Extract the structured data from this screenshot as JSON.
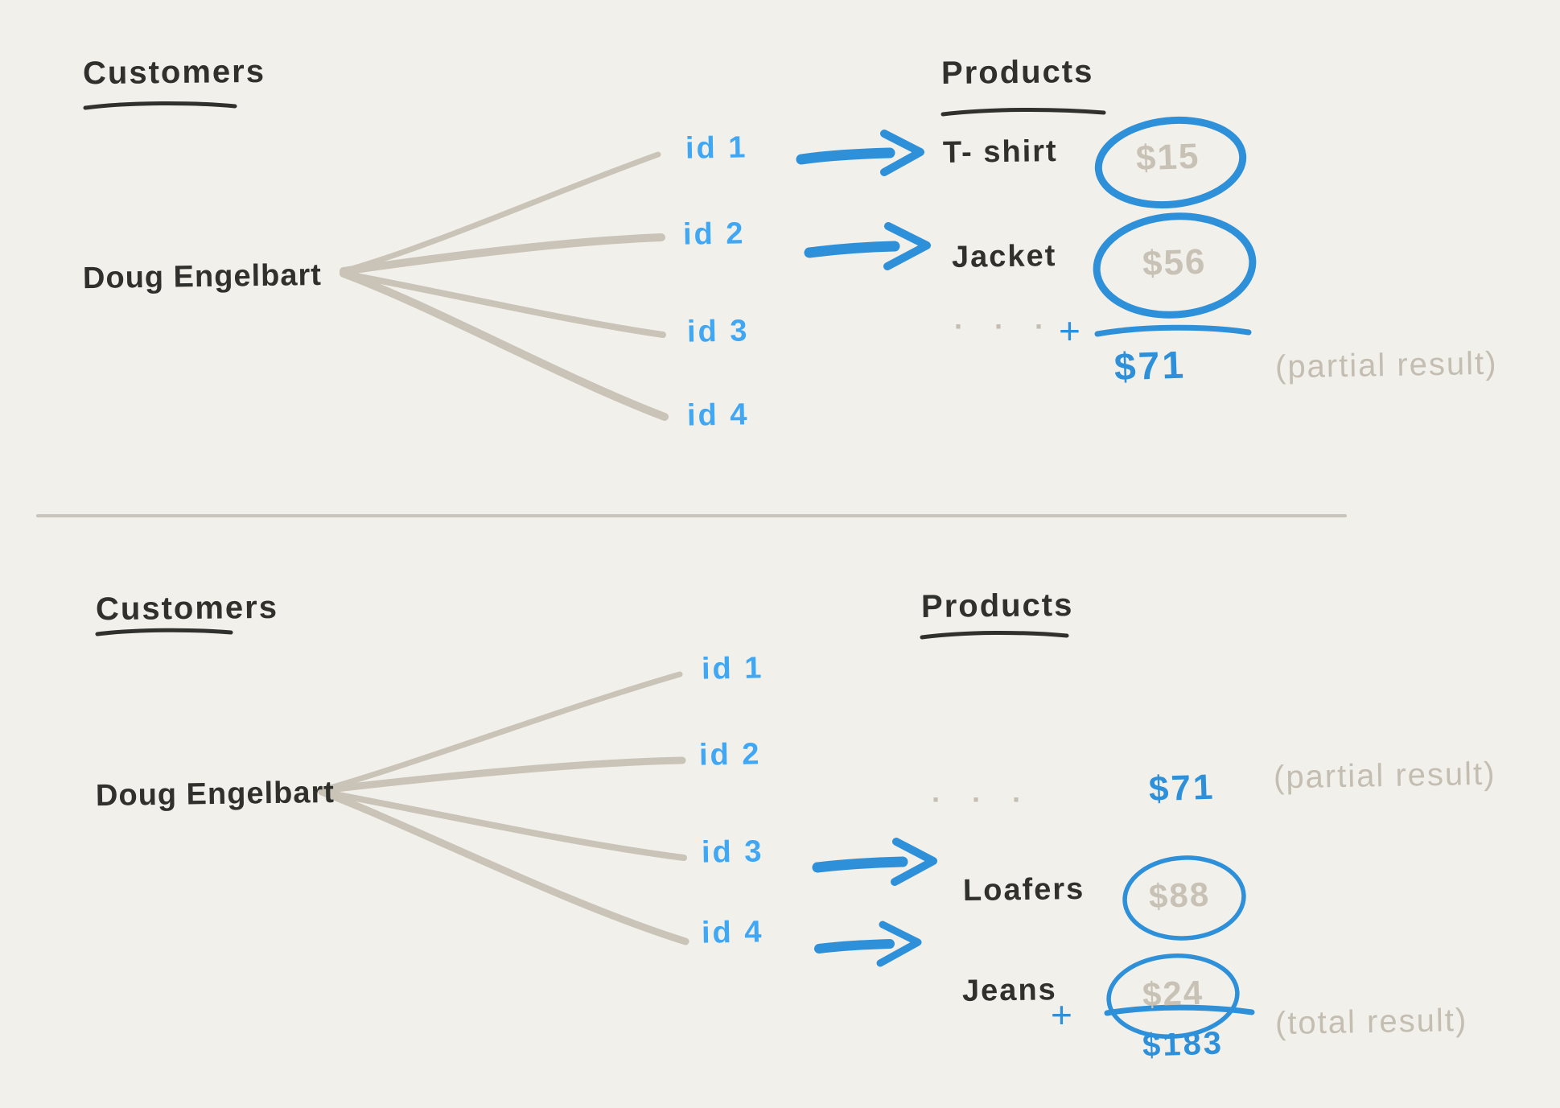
{
  "colors": {
    "background": "#f2f0eb",
    "ink": "#30302d",
    "arrow_blue": "#2e90d9",
    "id_blue": "#3fa7f3",
    "muted_gray": "#c8c1b5",
    "annotation_gray": "#c4bdb1"
  },
  "top": {
    "heading_left": "Customers",
    "heading_right": "Products",
    "customer": "Doug Engelbart",
    "ids": [
      "id 1",
      "id 2",
      "id 3",
      "id 4"
    ],
    "products": [
      {
        "name": "T- shirt",
        "price": "$15"
      },
      {
        "name": "Jacket",
        "price": "$56"
      }
    ],
    "ellipsis": "· · ·",
    "plus": "+",
    "sum": "$71",
    "note": "(partial result)"
  },
  "bottom": {
    "heading_left": "Customers",
    "heading_right": "Products",
    "customer": "Doug Engelbart",
    "ids": [
      "id 1",
      "id 2",
      "id 3",
      "id 4"
    ],
    "carryover": {
      "sum": "$71",
      "note": "(partial result)"
    },
    "products": [
      {
        "name": "Loafers",
        "price": "$88"
      },
      {
        "name": "Jeans",
        "price": "$24"
      }
    ],
    "ellipsis": "· · ·",
    "plus": "+",
    "total": "$183",
    "note": "(total result)"
  }
}
